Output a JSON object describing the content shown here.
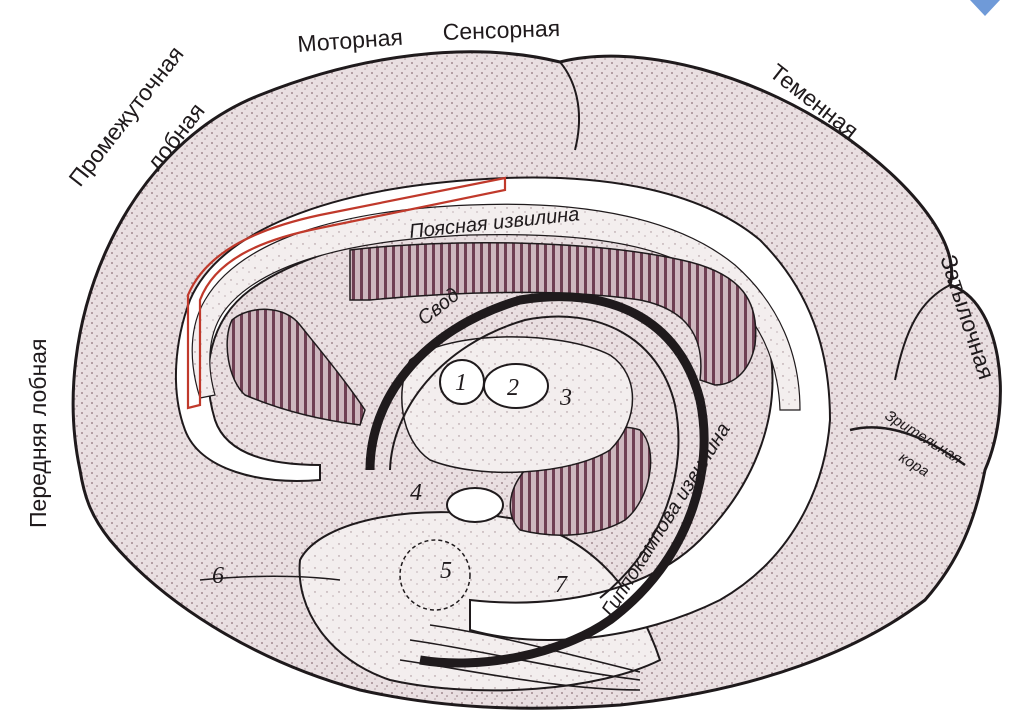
{
  "labels": {
    "motor": "Моторная",
    "sensory": "Сенсорная",
    "intermediate_frontal_1": "Промежуточная",
    "intermediate_frontal_2": "лобная",
    "parietal": "Теменная",
    "anterior_frontal": "Передняя лобная",
    "occipital": "Затылочная",
    "visual_cortex_1": "Зрительная",
    "visual_cortex_2": "кора",
    "cingulate_gyrus": "Поясная извилина",
    "fornix": "Свод",
    "hippocampal_gyrus": "Гиппокампова извилина"
  },
  "numbers": [
    "1",
    "2",
    "3",
    "4",
    "5",
    "6",
    "7"
  ],
  "colors": {
    "ink": "#1f1a1c",
    "cortex_fill": "#e9dfe1",
    "white_matter": "#ffffff",
    "stripe_dark": "#6e3f52",
    "stripe_light": "#cdb7be",
    "highlight": "#c0392b",
    "corner_accent": "#6f9ad8"
  }
}
